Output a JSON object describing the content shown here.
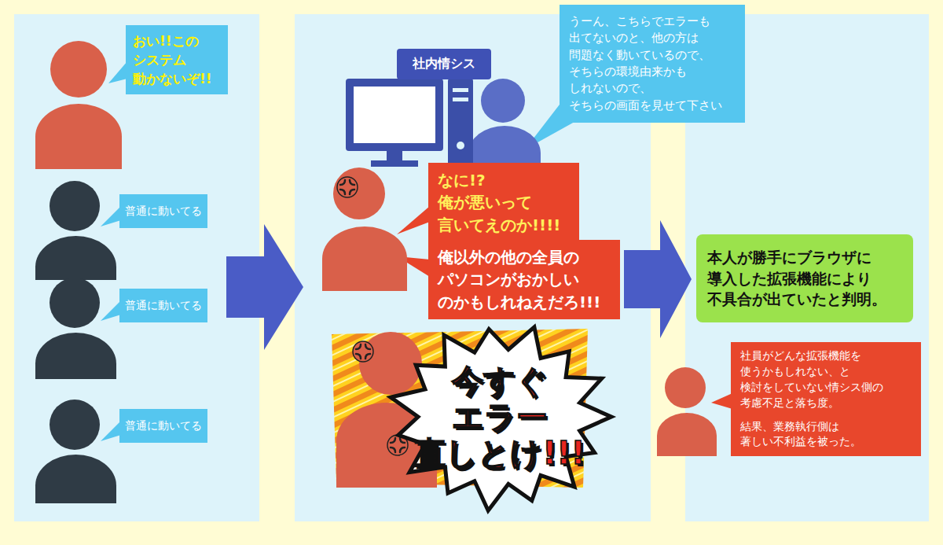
{
  "diagram": {
    "nodes": [
      {
        "text": [
          "おい!!この システム 動かないぞ!!"
        ]
      },
      {
        "text": [
          "普通に動いてる"
        ]
      },
      {
        "text": [
          "普通に動いてる"
        ]
      },
      {
        "text": [
          "普通に動いてる"
        ]
      },
      {
        "text": [
          "社内情シス"
        ]
      },
      {
        "text": [
          "うーん、こちらでエラーも 出てないのと、他の方は 問題なく動いているので、 そちらの環境由来かも しれないので、 そちらの画面を見せて下さい"
        ]
      },
      {
        "text": [
          "なに!? 俺が悪いって 言いてえのか!!!!"
        ]
      },
      {
        "text": [
          "俺以外の他の全員の パソコンがおかしい のかもしれねえだろ!!!"
        ]
      },
      {
        "text": [
          "今すぐ エラー 直しとけ!!!"
        ]
      },
      {
        "text": [
          "本人が勝手にブラウザに 導入した拡張機能により 不具合が出ていたと判明。"
        ]
      },
      {
        "text": [
          "社員がどんな拡張機能を 使うかもしれない、と 検討をしていない情シス側の 考慮不足と落ち度。",
          "結果、業務執行側は 著しい不利益を被った。"
        ]
      }
    ]
  }
}
